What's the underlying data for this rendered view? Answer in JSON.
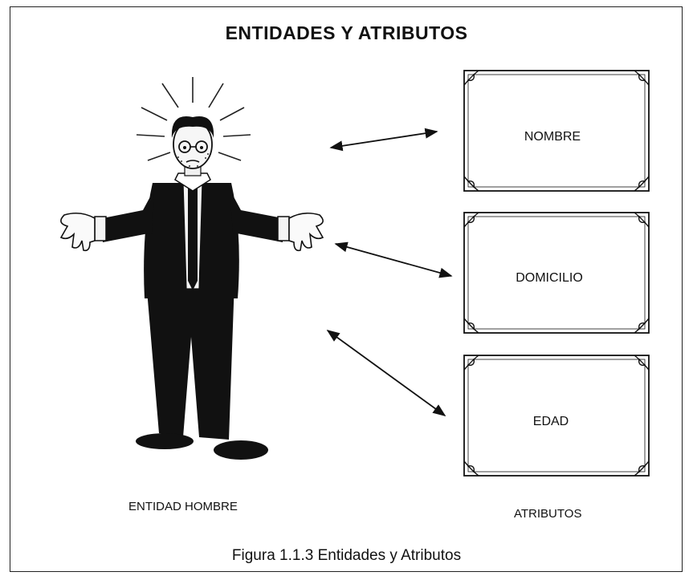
{
  "title": "ENTIDADES  Y  ATRIBUTOS",
  "entity": {
    "label": "ENTIDAD HOMBRE"
  },
  "attributes": [
    {
      "label": "NOMBRE"
    },
    {
      "label": "DOMICILIO"
    },
    {
      "label": "EDAD"
    }
  ],
  "attributes_group_label": "ATRIBUTOS",
  "caption": "Figura 1.1.3 Entidades y Atributos"
}
